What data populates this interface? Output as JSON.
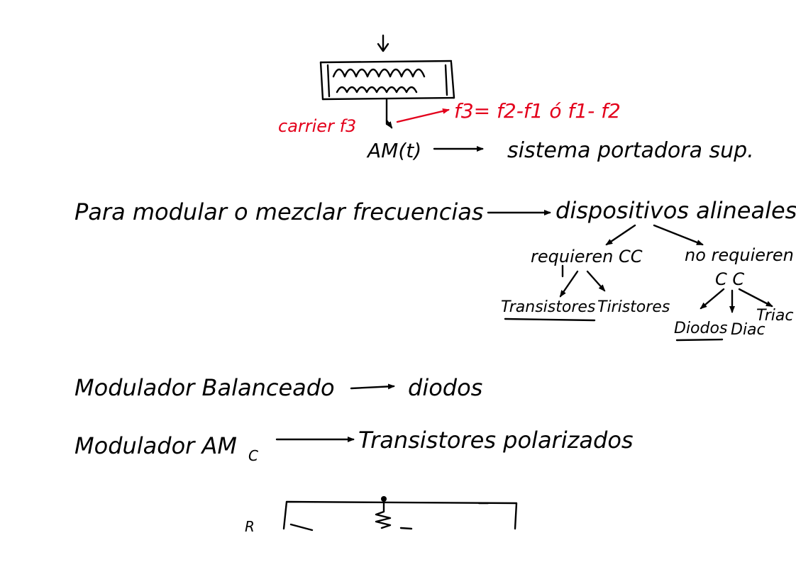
{
  "colors": {
    "ink": "#000000",
    "accent_red": "#e3001b",
    "background": "#ffffff"
  },
  "top": {
    "carrier_label": "carrier f3",
    "formula": "f3= f2-f1 ó f1- f2",
    "am_label": "AM(t)",
    "system_label": "sistema portadora sup."
  },
  "mixing": {
    "lead_text": "Para modular o mezclar frecuencias",
    "devices_label": "dispositivos alineales",
    "requieren_cc": "requieren CC",
    "no_requieren": "no requieren",
    "cc": "C C",
    "transistores": "Transistores",
    "tiristores": "Tiristores",
    "diodos": "Diodos",
    "diac": "Diac",
    "triac": "Triac"
  },
  "modulators": {
    "line1_left": "Modulador Balanceado",
    "line1_right": "diodos",
    "line2_left": "Modulador AM",
    "line2_subscript": "C",
    "line2_right": "Transistores polarizados"
  },
  "circuit": {
    "label": "R"
  }
}
